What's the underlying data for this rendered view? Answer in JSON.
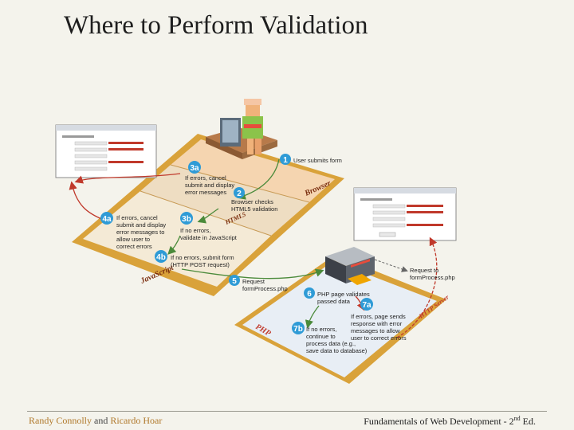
{
  "title": "Where to Perform Validation",
  "footer": {
    "author1": "Randy Connolly",
    "and": "and",
    "author2": "Ricardo Hoar",
    "book": "Fundamentals of Web Development - 2",
    "edition_sup": "nd",
    "edition_rest": " Ed."
  },
  "steps": {
    "s1": {
      "num": "1",
      "text": [
        "User submits form"
      ]
    },
    "s2": {
      "num": "2",
      "text": [
        "Browser checks",
        "HTML5 validation"
      ]
    },
    "s3a": {
      "num": "3a",
      "text": [
        "If errors, cancel",
        "submit and display",
        "error messages"
      ]
    },
    "s3b": {
      "num": "3b",
      "text": [
        "If no errors,",
        "validate in JavaScript"
      ]
    },
    "s4a": {
      "num": "4a",
      "text": [
        "If errors, cancel",
        "submit and display",
        "error messages to",
        "allow user to",
        "correct errors"
      ]
    },
    "s4b": {
      "num": "4b",
      "text": [
        "If no errors, submit form",
        "(HTTP POST request)"
      ]
    },
    "s5": {
      "num": "5",
      "text": [
        "Request",
        "formProcess.php"
      ]
    },
    "s6": {
      "num": "6",
      "text": [
        "PHP page validates",
        "passed data"
      ]
    },
    "s7a": {
      "num": "7a",
      "text": [
        "If errors, page sends",
        "response with error",
        "messages to allow",
        "user to correct errors"
      ]
    },
    "s7b": {
      "num": "7b",
      "text": [
        "If no errors,",
        "continue to",
        "process data (e.g.,",
        "save data to database)"
      ]
    }
  },
  "request_label": [
    "Request to",
    "formProcess.php"
  ],
  "zone_tags": {
    "browser": "Browser",
    "html5": "HTML5",
    "javascript": "JavaScript",
    "php": "PHP",
    "http_server": "HTTP Server"
  },
  "colors": {
    "browser_zone": "#f5d5b0",
    "html5_zone": "#eeddc2",
    "js_zone": "#f4ead6",
    "php_zone": "#e8eef5",
    "border_gold": "#d9a23a",
    "step_blue": "#2f9bd6",
    "arrow_red": "#c0392b",
    "arrow_green": "#4a8a3a"
  },
  "icons": [
    "user-at-computer-icon",
    "server-icon",
    "browser-window-icon"
  ]
}
